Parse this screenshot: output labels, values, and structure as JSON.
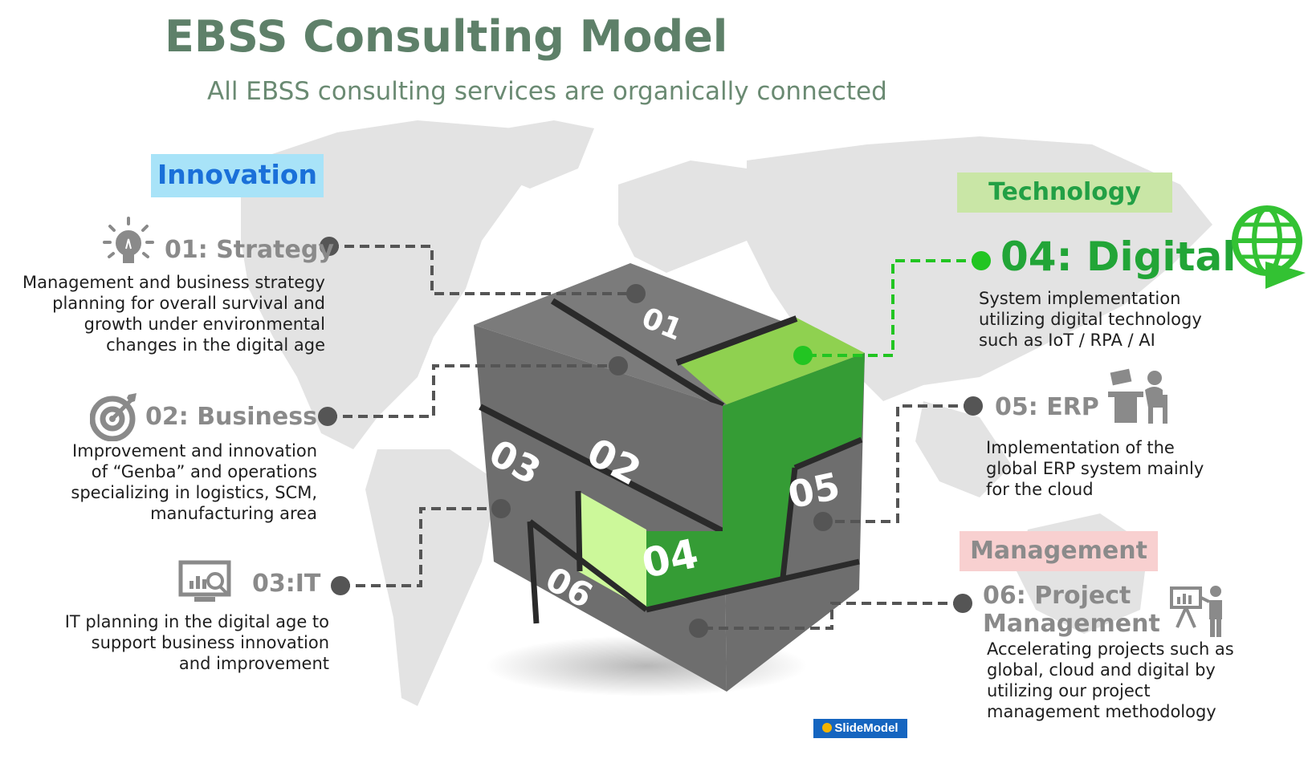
{
  "title": "EBSS Consulting Model",
  "subtitle": "All EBSS consulting services are organically connected",
  "categories": {
    "innovation": "Innovation",
    "technology": "Technology",
    "management": "Management"
  },
  "services": {
    "s01": {
      "number": "01",
      "title": "01: Strategy",
      "description_lines": [
        "Management and business strategy",
        "planning for overall survival and",
        "growth under environmental",
        "changes in the digital age"
      ],
      "icon": "lightbulb-icon"
    },
    "s02": {
      "number": "02",
      "title": "02: Business",
      "description_lines": [
        "Improvement and innovation",
        "of “Genba” and operations",
        "specializing in logistics, SCM,",
        "manufacturing area"
      ],
      "icon": "target-icon"
    },
    "s03": {
      "number": "03",
      "title": "03:IT",
      "description_lines": [
        "IT planning in the digital age to",
        "support business innovation",
        "and improvement"
      ],
      "icon": "monitor-analytics-icon"
    },
    "s04": {
      "number": "04",
      "title": "04: Digital",
      "description_lines": [
        "System implementation",
        "utilizing digital technology",
        "such as IoT / RPA / AI"
      ],
      "icon": "globe-arrow-icon"
    },
    "s05": {
      "number": "05",
      "title": "05: ERP",
      "description_lines": [
        "Implementation of the",
        "global ERP system mainly",
        "for the cloud"
      ],
      "icon": "person-at-desk-icon"
    },
    "s06": {
      "number": "06",
      "title_lines": [
        "06: Project",
        "Management"
      ],
      "description_lines": [
        "Accelerating projects such as",
        "global, cloud and digital by",
        "utilizing our project",
        "management methodology"
      ],
      "icon": "presenter-icon"
    }
  },
  "logo_text": "SlideModel",
  "colors": {
    "title": "#5e8069",
    "cube_gray": "#6e6e6e",
    "cube_green": "#359c35",
    "cube_light_green": "#8fd150",
    "cube_pale_green": "#ccf89a",
    "digital_green": "#22a537",
    "connector_gray": "#555555",
    "connector_green": "#22c522"
  }
}
